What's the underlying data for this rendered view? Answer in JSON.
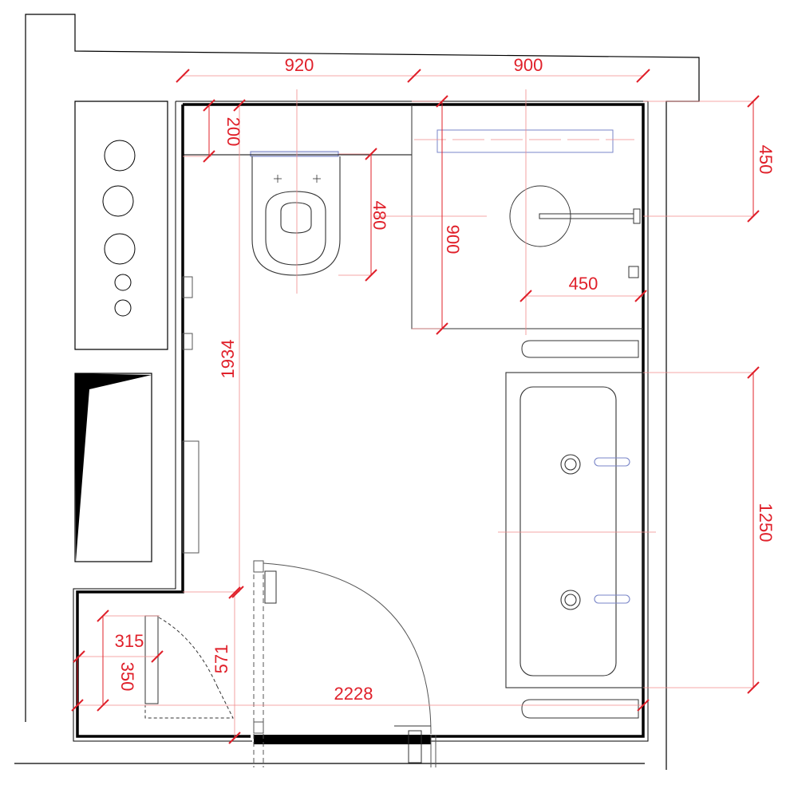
{
  "colors": {
    "wall": "#000000",
    "dimension": "#e0202a",
    "guide": "#f08a8a",
    "fixture": "#333333",
    "fixture_light": "#9a9a9a",
    "accent_blue": "#7a86c8",
    "background": "#ffffff"
  },
  "dimensions": {
    "top_left_width": "920",
    "top_right_width": "900",
    "wall_offset": "200",
    "toilet_depth": "480",
    "shower_depth": "900",
    "shower_offset": "450",
    "shower_inner_width": "450",
    "left_height": "1934",
    "vanity_length": "1250",
    "niche_depth": "315",
    "niche_width": "350",
    "door_offset": "571",
    "total_width": "2228"
  },
  "fixtures": {
    "toilet": "toilet-icon",
    "shower": "shower-drain-icon",
    "vanity": "double-sink-icon",
    "door": "door-swing-icon",
    "radiator": "towel-radiator-icon"
  }
}
